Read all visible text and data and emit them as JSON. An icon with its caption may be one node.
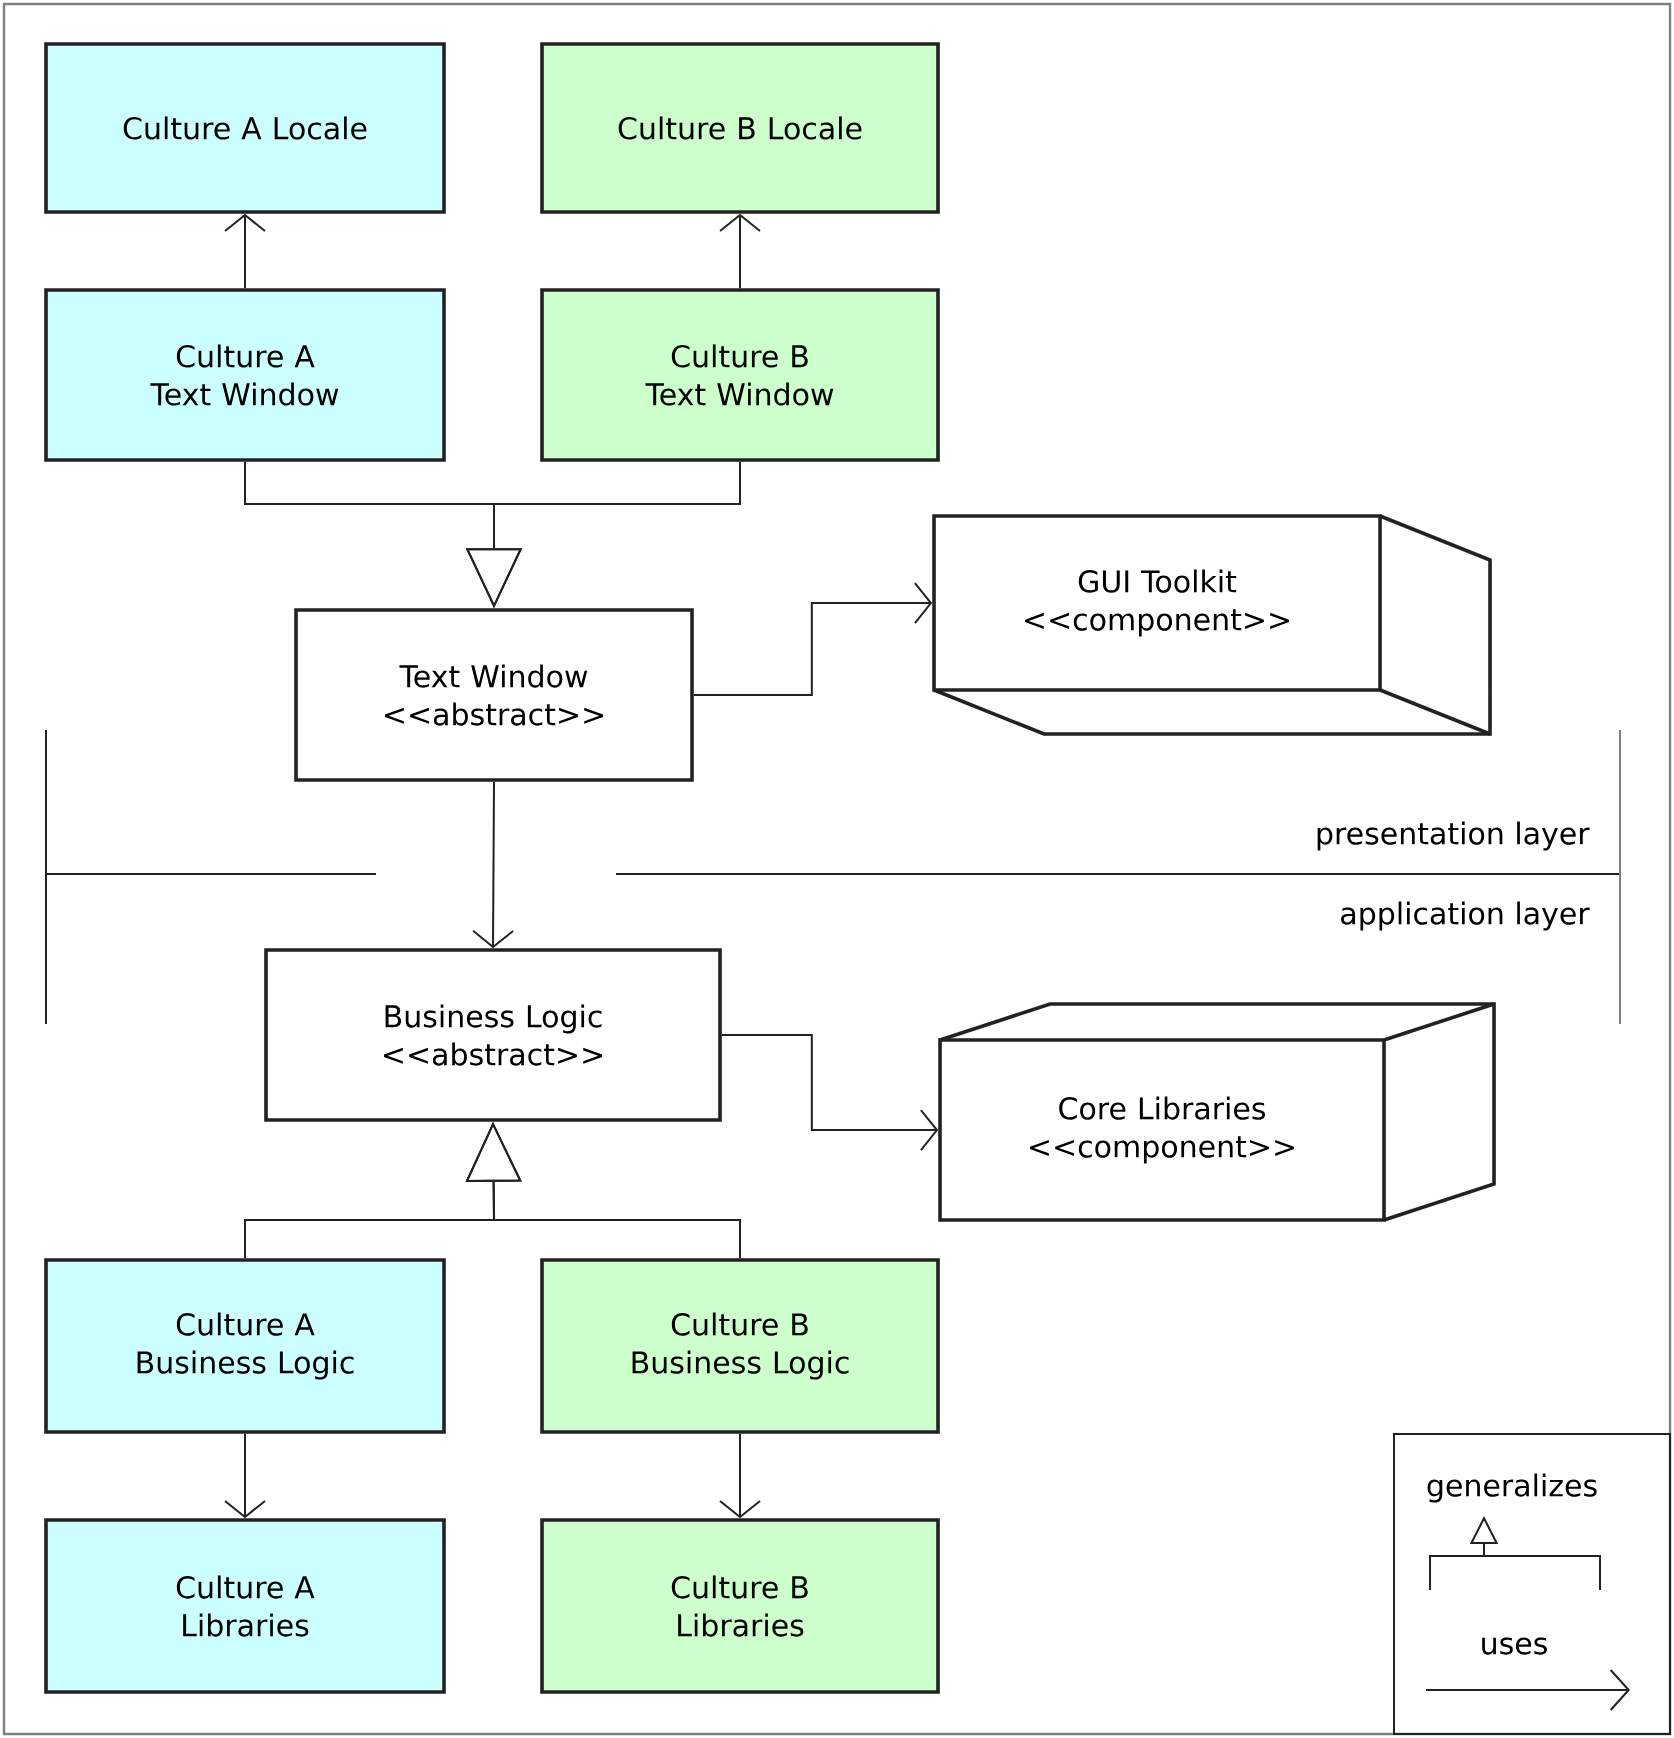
{
  "diagram": {
    "nodes": [
      {
        "text": [
          "Culture A Locale"
        ]
      },
      {
        "text": [
          "Culture B Locale"
        ]
      },
      {
        "text": [
          "Culture A Text Window"
        ]
      },
      {
        "text": [
          "Culture B Text Window"
        ]
      },
      {
        "text": [
          "Text Window",
          "<<abstract>>"
        ]
      },
      {
        "text": [
          "GUI Toolkit",
          "<<component>>"
        ]
      },
      {
        "text": [
          "Business Logic",
          "<<abstract>>"
        ]
      },
      {
        "text": [
          "Core Libraries",
          "<<component>>"
        ]
      },
      {
        "text": [
          "Culture A Business Logic"
        ]
      },
      {
        "text": [
          "Culture B Business Logic"
        ]
      },
      {
        "text": [
          "Culture A Libraries"
        ]
      },
      {
        "text": [
          "Culture B Libraries"
        ]
      }
    ],
    "edges": [
      {
        "from": 2,
        "to": 0,
        "arrow": "to"
      },
      {
        "from": 3,
        "to": 1,
        "arrow": "to"
      },
      {
        "from": 2,
        "to": 4,
        "arrow": "to"
      },
      {
        "from": 3,
        "to": 4,
        "arrow": "to"
      },
      {
        "from": 4,
        "to": 5,
        "arrow": "to"
      },
      {
        "from": 4,
        "to": 6,
        "arrow": "to"
      },
      {
        "from": 6,
        "to": 7,
        "arrow": "to"
      },
      {
        "from": 8,
        "to": 6,
        "arrow": "to"
      },
      {
        "from": 9,
        "to": 6,
        "arrow": "to"
      },
      {
        "from": 8,
        "to": 10,
        "arrow": "to"
      },
      {
        "from": 9,
        "to": 11,
        "arrow": "to"
      }
    ],
    "labels": [
      "presentation layer",
      "application layer"
    ],
    "legend": [
      {
        "text": "generalizes"
      },
      {
        "text": "uses"
      }
    ]
  }
}
